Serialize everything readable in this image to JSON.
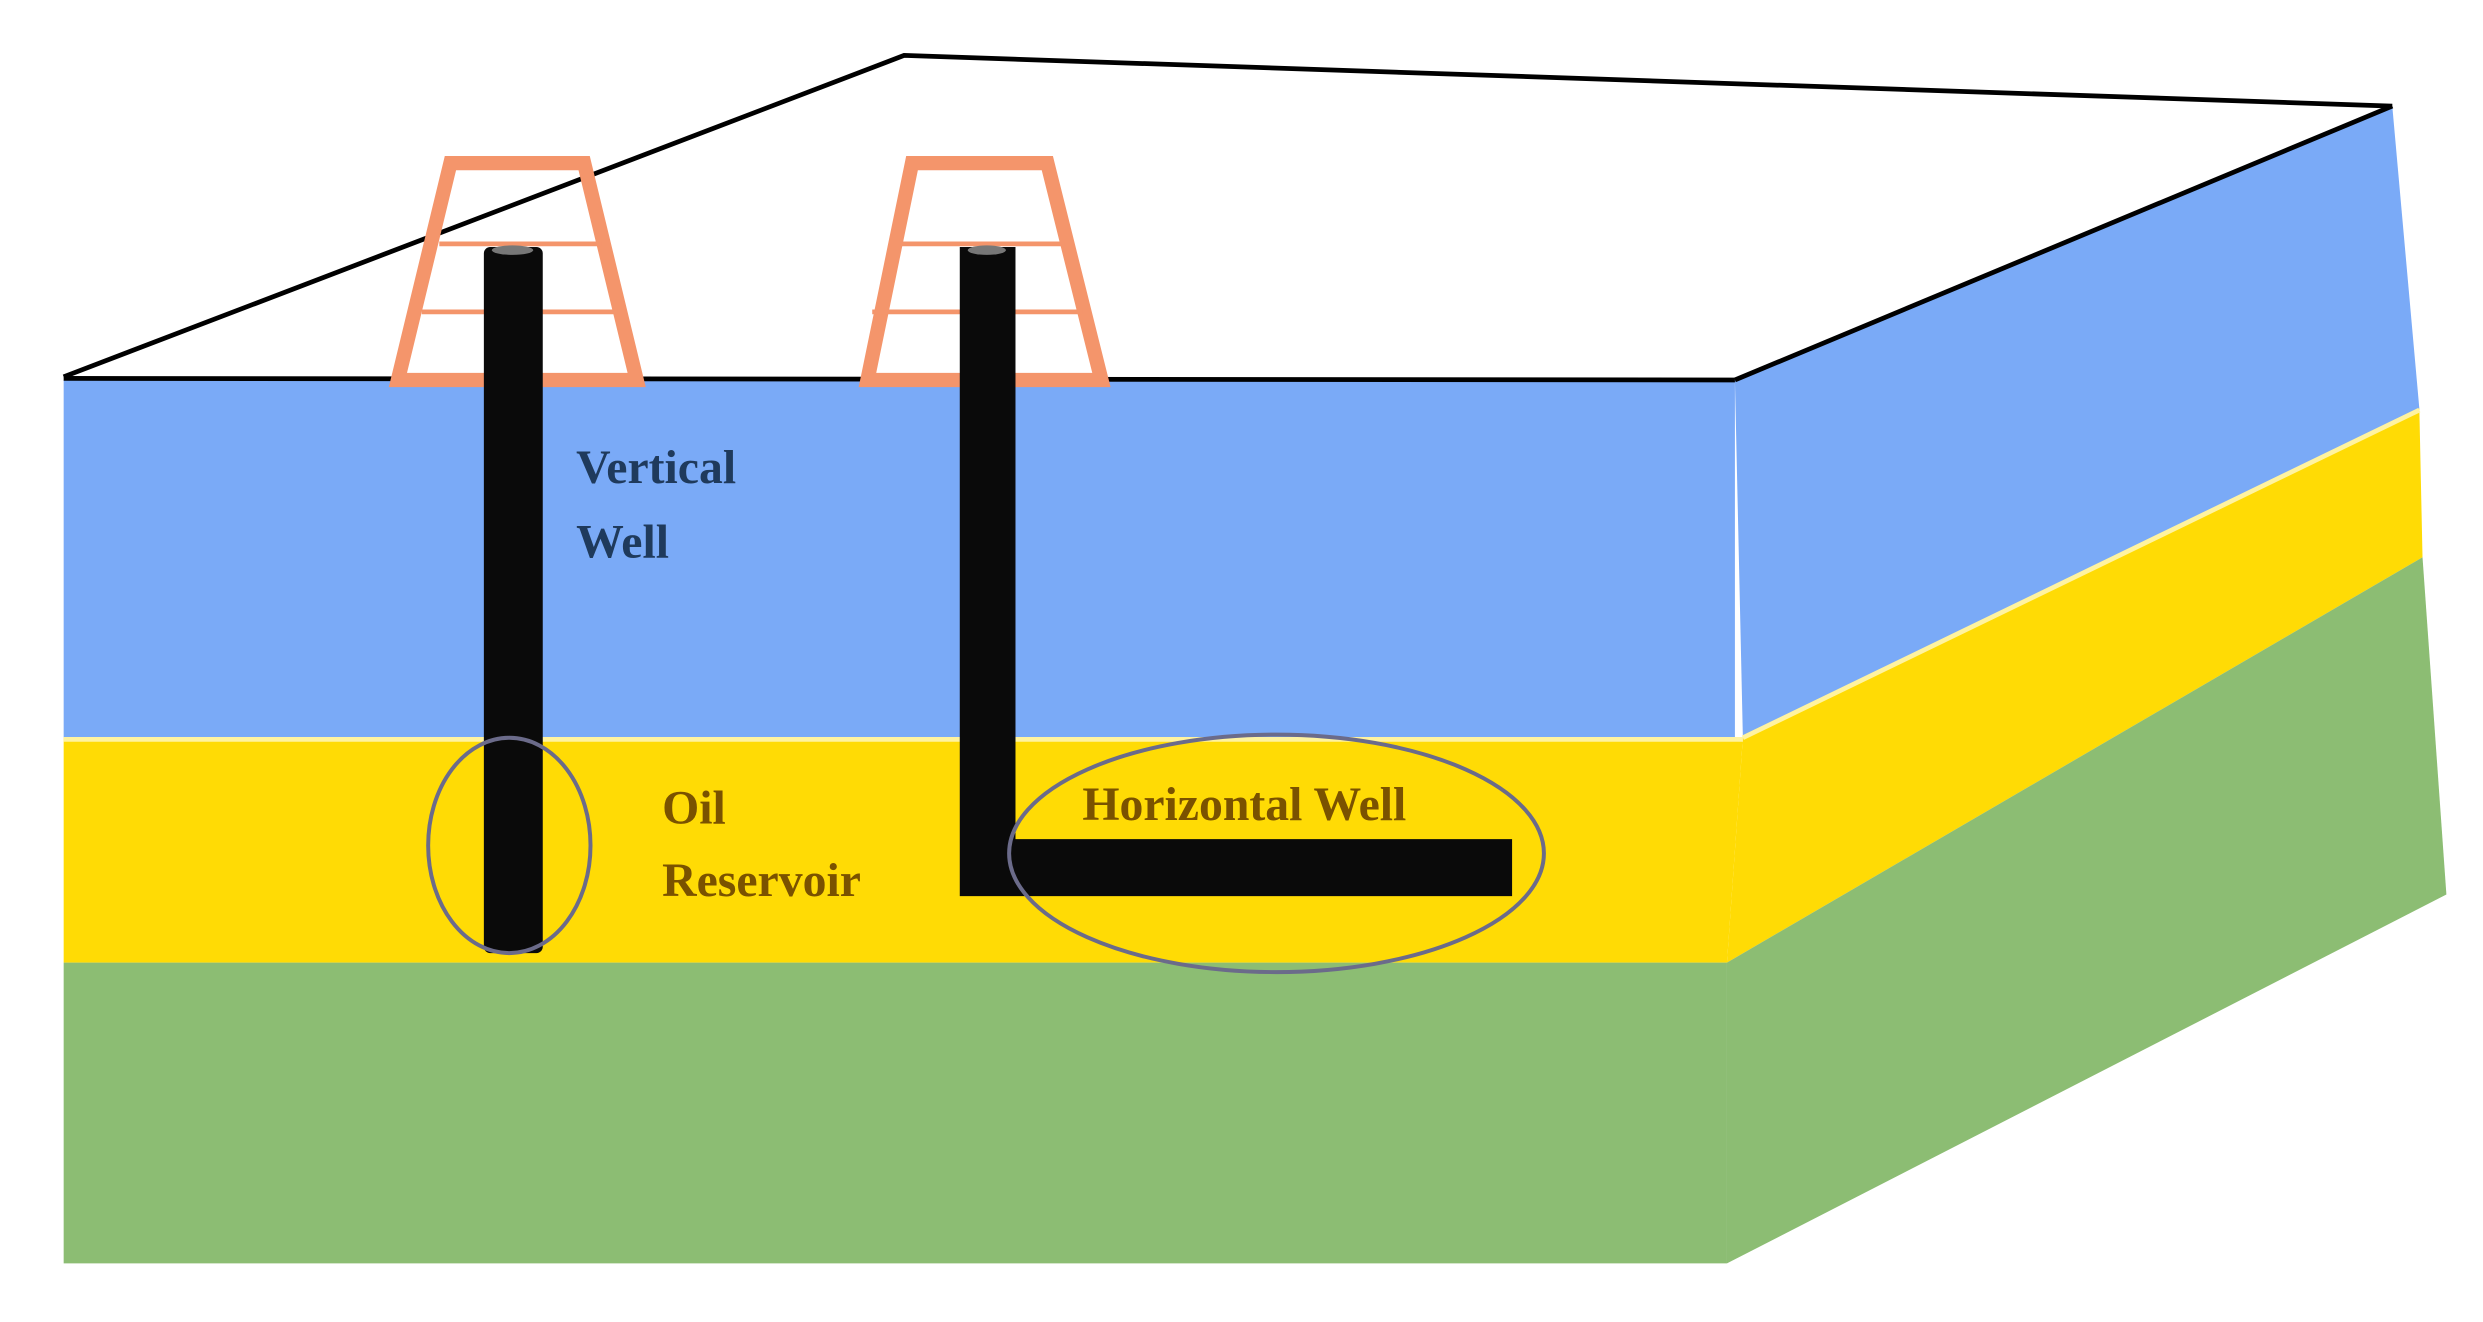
{
  "labels": {
    "vertical_well_line1": "Vertical",
    "vertical_well_line2": "Well",
    "oil_reservoir_line1": "Oil",
    "oil_reservoir_line2": "Reservoir",
    "horizontal_well": "Horizontal Well"
  },
  "colors": {
    "surface": "#ffffff",
    "outline": "#000000",
    "water_layer": "#7aaaf7",
    "oil_layer": "#ffdb05",
    "oil_layer_highlight": "#fff3a0",
    "rock_layer": "#8cbd73",
    "derrick": "#f4956b",
    "well_pipe": "#0a0a0a",
    "highlight_ellipse": "#6b6b8a",
    "vertical_label": "#1f3a5c",
    "reservoir_label": "#7a5200"
  }
}
